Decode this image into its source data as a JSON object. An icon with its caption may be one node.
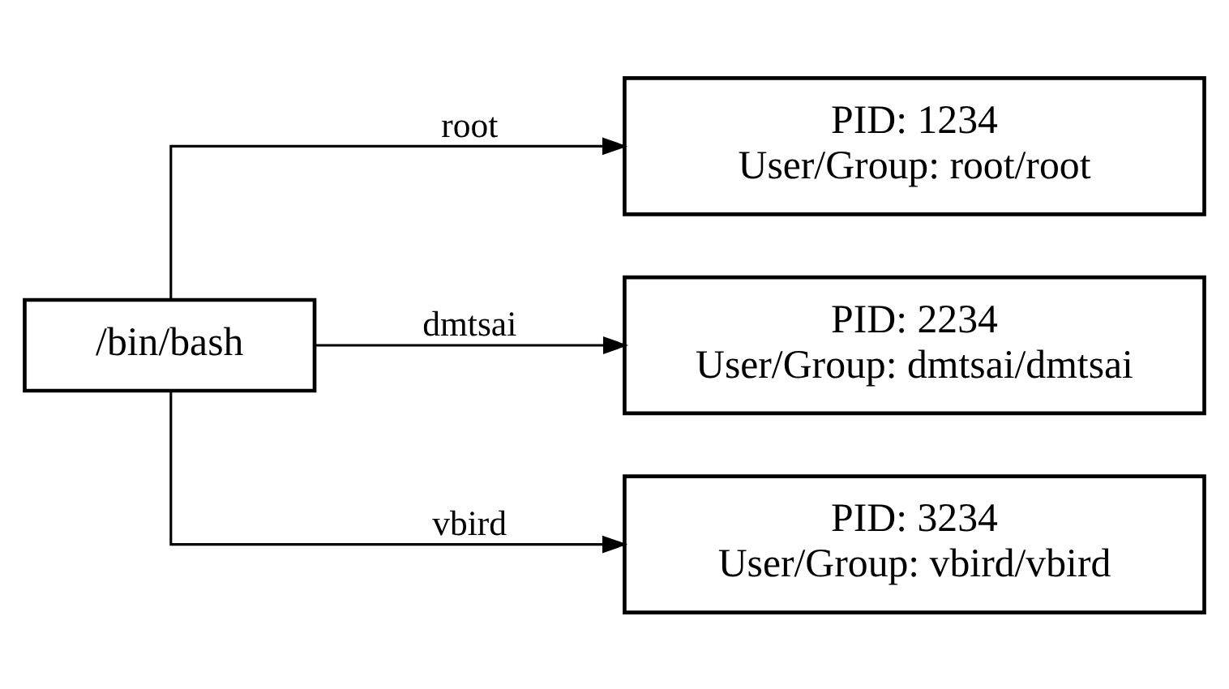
{
  "diagram": {
    "nodes": [
      {
        "text": [
          "/bin/bash"
        ]
      },
      {
        "text": [
          "PID: 1234",
          "User/Group: root/root"
        ]
      },
      {
        "text": [
          "PID: 2234",
          "User/Group: dmtsai/dmtsai"
        ]
      },
      {
        "text": [
          "PID: 3234",
          "User/Group: vbird/vbird"
        ]
      }
    ],
    "edges": [
      {
        "from": 0,
        "to": 1,
        "arrow": "to",
        "label": "root"
      },
      {
        "from": 0,
        "to": 2,
        "arrow": "to",
        "label": "dmtsai"
      },
      {
        "from": 0,
        "to": 3,
        "arrow": "to",
        "label": "vbird"
      }
    ]
  }
}
